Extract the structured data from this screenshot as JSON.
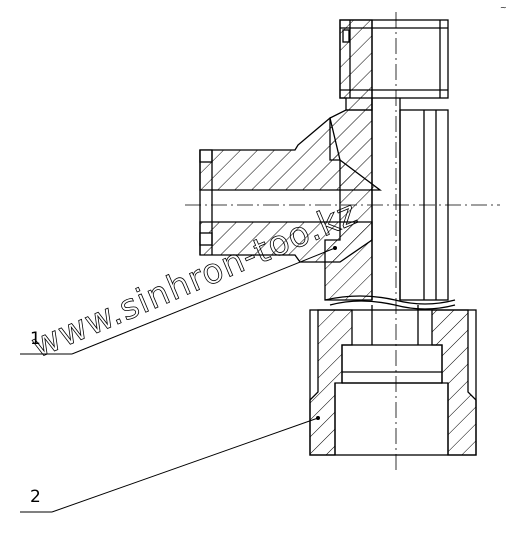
{
  "drawing": {
    "callouts": [
      {
        "id": "1",
        "label": "1"
      },
      {
        "id": "2",
        "label": "2"
      }
    ],
    "watermark": "www.sinhron-too.kz",
    "corner_mark": "~"
  }
}
